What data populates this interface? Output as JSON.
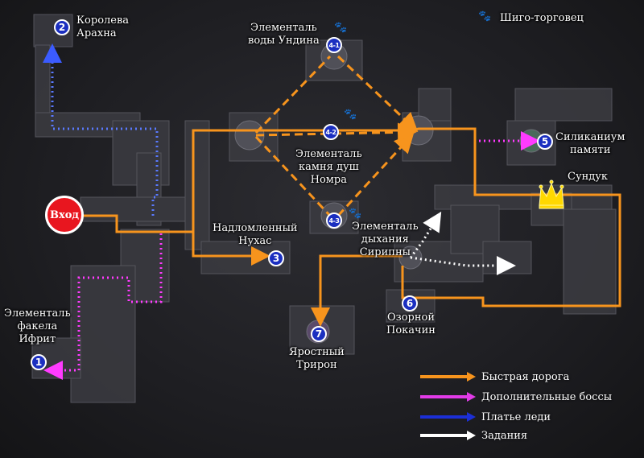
{
  "map": {
    "entry_label": "Вход",
    "labels": {
      "arachna": "Королева\nАрахна",
      "undina": "Элементаль\nводы Ундина",
      "shigo": "Шиго-торговец",
      "silikanium": "Силиканиум\nпамяти",
      "nomra": "Элементаль\nкамня душ\nНомра",
      "chest": "Сундук",
      "nuhas": "Надломленный\nНухас",
      "sirippy": "Элементаль\nдыхания\nСирипны",
      "ifrit": "Элементаль\nфакела\nИфрит",
      "pokachin": "Озорной\nПокачин",
      "trion": "Яростный\nТрирон"
    },
    "markers": {
      "m1": "1",
      "m2": "2",
      "m3": "3",
      "m41": "4-1",
      "m42": "4-2",
      "m43": "4-3",
      "m5": "5",
      "m6": "6",
      "m7": "7"
    },
    "icons": {
      "paw": "paw-icon",
      "crown": "crown-icon"
    },
    "colors": {
      "fast": "#f7941d",
      "extra": "#ff3bff",
      "dress": "#1c2fd6",
      "quest": "#ffffff"
    }
  },
  "legend": [
    {
      "label": "Быстрая дорога",
      "color": "#f7941d"
    },
    {
      "label": "Дополнительные боссы",
      "color": "#e23be8"
    },
    {
      "label": "Платье леди",
      "color": "#1c2fd6"
    },
    {
      "label": "Задания",
      "color": "#ffffff"
    }
  ]
}
